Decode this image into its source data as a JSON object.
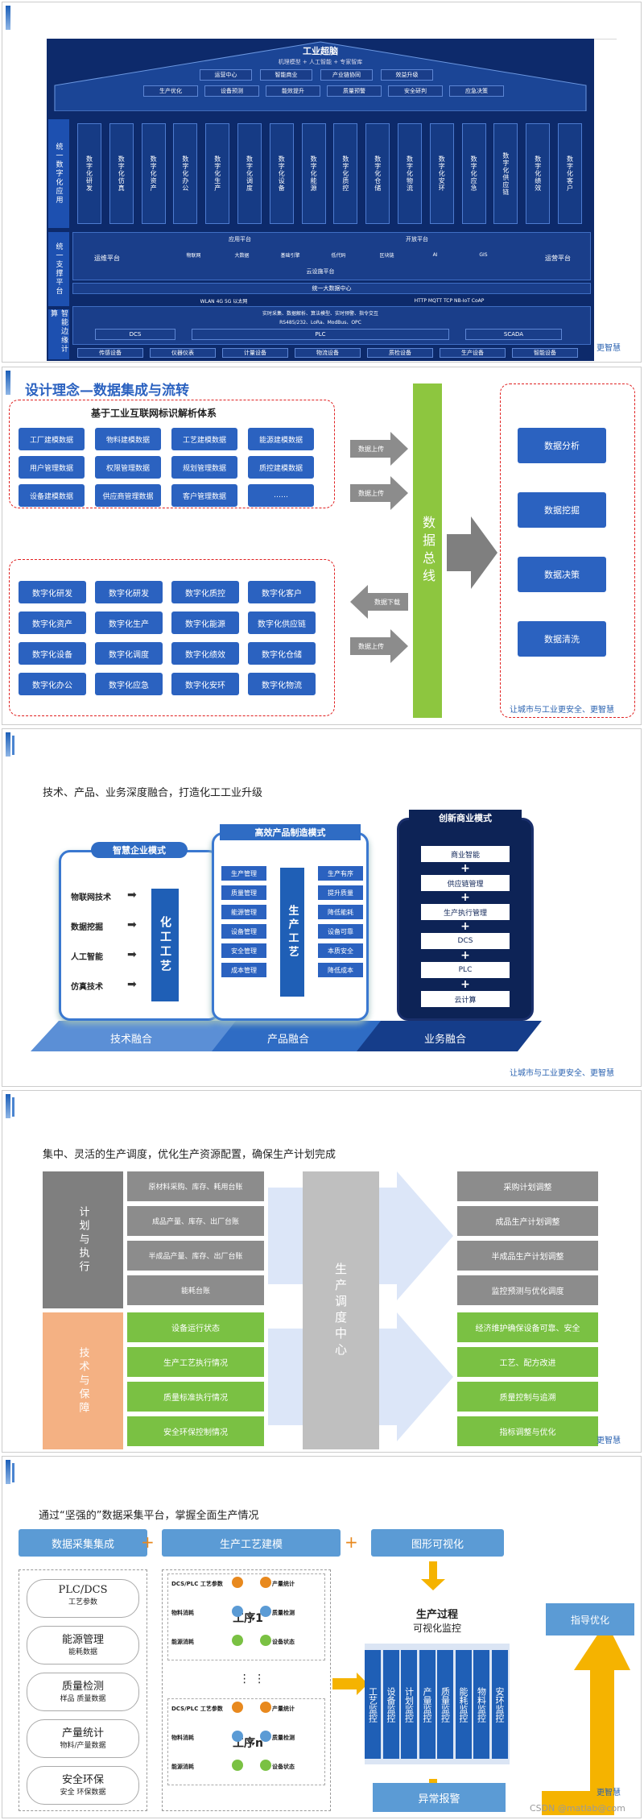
{
  "s1": {
    "title": "工业超脑",
    "subtitle": "机理模型 + 人工智能 + 专家智库",
    "top_pills": [
      "运营中心",
      "智能商业",
      "产业链协同",
      "效益升级"
    ],
    "second_pills": [
      "生产优化",
      "设备预测",
      "能效提升",
      "质量预警",
      "安全研判",
      "应急决策"
    ],
    "side_labels": [
      "统一数字化应用",
      "统一支撑平台",
      "智能边缘计算"
    ],
    "columns": [
      "数字化研发",
      "数字化仿真",
      "数字化资产",
      "数字化办公",
      "数字化生产",
      "数字化调度",
      "数字化设备",
      "数字化能源",
      "数字化质控",
      "数字化仓储",
      "数字化物流",
      "数字化安环",
      "数字化应急",
      "数字化供应链",
      "数字化绩效",
      "数字化客户"
    ],
    "platform": {
      "ops": "运维平台",
      "app": "应用平台",
      "open": "开放平台",
      "items": [
        "物联网",
        "大数据",
        "基础引擎",
        "低代码",
        "区块链",
        "AI",
        "GIS"
      ],
      "cloud": "云设施平台",
      "monitor": "运营平台",
      "data_center": "统一大数据中心"
    },
    "network_left": "WLAN 4G 5G 以太网",
    "network_right": "HTTP MQTT TCP NB-IoT CoAP",
    "edge_line1": "实时采集、数据解析、算法模型、实时预警、指令交互",
    "edge_line2": "RS485/232、LoRa、ModBus、OPC",
    "edge_boxes": [
      "DCS",
      "PLC",
      "SCADA"
    ],
    "devices": [
      "传感设备",
      "仪器仪表",
      "计量设备",
      "物流设备",
      "质检设备",
      "生产设备",
      "智能设备"
    ],
    "footer": "更智慧"
  },
  "s2": {
    "title": "设计理念—数据集成与流转",
    "top_group_title": "基于工业互联网标识解析体系",
    "top_items": [
      "工厂建模数据",
      "物料建模数据",
      "工艺建模数据",
      "能源建模数据",
      "用户管理数据",
      "权限管理数据",
      "规划管理数据",
      "质控建模数据",
      "设备建模数据",
      "供应商管理数据",
      "客户管理数据",
      "……"
    ],
    "bottom_items": [
      "数字化研发",
      "数字化研发",
      "数字化质控",
      "数字化客户",
      "数字化资产",
      "数字化生产",
      "数字化能源",
      "数字化供应链",
      "数字化设备",
      "数字化调度",
      "数字化绩效",
      "数字化仓储",
      "数字化办公",
      "数字化应急",
      "数字化安环",
      "数字化物流"
    ],
    "arrows": [
      "数据上传",
      "数据上传",
      "数据下载",
      "数据上传"
    ],
    "bus": "数据总线",
    "outputs": [
      "数据分析",
      "数据挖掘",
      "数据决策",
      "数据清洗"
    ],
    "footer": "让城市与工业更安全、更智慧"
  },
  "s3": {
    "heading": "技术、产品、业务深度融合，打造化工工业升级",
    "left_title": "智慧企业模式",
    "left_items": [
      "物联网技术",
      "数据挖掘",
      "人工智能",
      "仿真技术"
    ],
    "left_core": "化工工艺",
    "mid_title": "高效产品制造模式",
    "mid_left": [
      "生产管理",
      "质量管理",
      "能源管理",
      "设备管理",
      "安全管理",
      "成本管理"
    ],
    "mid_core": "生产工艺",
    "mid_right": [
      "生产有序",
      "提升质量",
      "降低能耗",
      "设备可靠",
      "本质安全",
      "降低成本"
    ],
    "right_title": "创新商业模式",
    "right_items": [
      "商业智能",
      "供应链管理",
      "生产执行管理",
      "DCS",
      "PLC",
      "云计算"
    ],
    "bases": [
      "技术融合",
      "产品融合",
      "业务融合"
    ],
    "footer": "让城市与工业更安全、更智慧"
  },
  "s4": {
    "heading": "集中、灵活的生产调度，优化生产资源配置，确保生产计划完成",
    "left_top": "计划与执行",
    "left_bottom": "技术与保障",
    "plan_items": [
      "原材料采购、库存、耗用台账",
      "成品产量、库存、出厂台账",
      "半成品产量、库存、出厂台账",
      "能耗台账"
    ],
    "tech_items": [
      "设备运行状态",
      "生产工艺执行情况",
      "质量标准执行情况",
      "安全环保控制情况"
    ],
    "center": "生产调度中心",
    "right_plan": [
      "采购计划调整",
      "成品生产计划调整",
      "半成品生产计划调整",
      "监控预测与优化调度"
    ],
    "right_tech": [
      "经济维护确保设备可靠、安全",
      "工艺、配方改进",
      "质量控制与追溯",
      "指标调整与优化"
    ],
    "footer": "更智慧"
  },
  "s5": {
    "heading": "通过“坚强的”数据采集平台，掌握全面生产情况",
    "col1": "数据采集集成",
    "col2": "生产工艺建模",
    "col3": "图形可视化",
    "ovals": [
      {
        "main": "PLC/DCS",
        "sub": "工艺参数"
      },
      {
        "main": "能源管理",
        "sub": "能耗数据"
      },
      {
        "main": "质量检测",
        "sub": "样品 质量数据"
      },
      {
        "main": "产量统计",
        "sub": "物料/产量数据"
      },
      {
        "main": "安全环保",
        "sub": "安全 环保数据"
      }
    ],
    "proc1": "工序1",
    "procn": "工序n",
    "proc_labels": [
      "DCS/PLC 工艺参数",
      "产量统计",
      "物料消耗",
      "质量检测",
      "能源消耗",
      "设备状态"
    ],
    "ellipsis": "⋮ ⋮",
    "monitor_title": "生产过程",
    "monitor_sub": "可视化监控",
    "monitor_cols": [
      "工艺监控",
      "设备监控",
      "计划监控",
      "产量监控",
      "质量监控",
      "能耗监控",
      "物料监控",
      "安环监控"
    ],
    "guide": "指导优化",
    "alarm": "异常报警",
    "footer": "更智慧",
    "watermark": "CSDN @matlab@com"
  }
}
